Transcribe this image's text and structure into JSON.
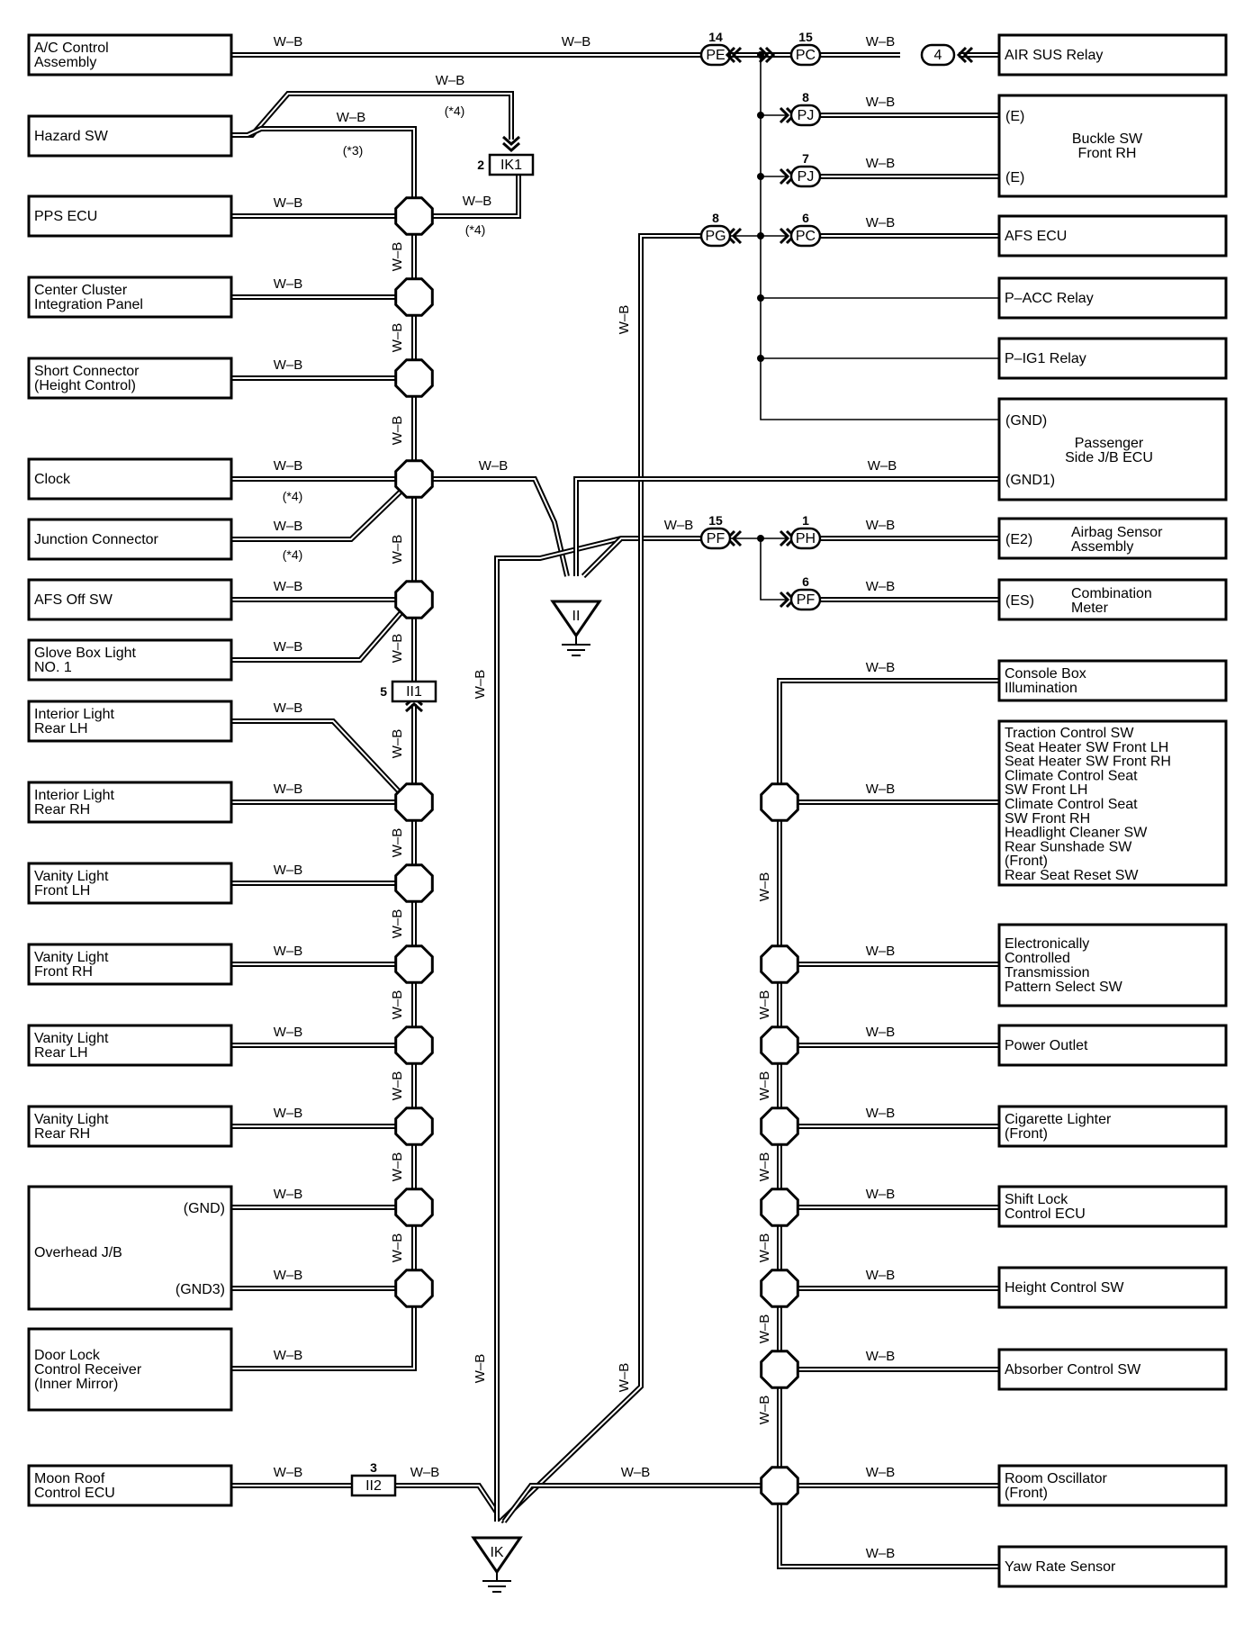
{
  "wire_color": "W–B",
  "notes": {
    "n3": "(*3)",
    "n4": "(*4)"
  },
  "components": {
    "ac_control": [
      "A/C Control",
      "Assembly"
    ],
    "hazard_sw": [
      "Hazard SW"
    ],
    "pps_ecu": [
      "PPS ECU"
    ],
    "center_cluster": [
      "Center Cluster",
      "Integration Panel"
    ],
    "short_connector": [
      "Short Connector",
      "(Height Control)"
    ],
    "clock": [
      "Clock"
    ],
    "junction_connector": [
      "Junction Connector"
    ],
    "afs_off_sw": [
      "AFS Off SW"
    ],
    "glove_box": [
      "Glove Box Light",
      "NO. 1"
    ],
    "interior_rear_lh": [
      "Interior Light",
      "Rear LH"
    ],
    "interior_rear_rh": [
      "Interior Light",
      "Rear RH"
    ],
    "vanity_front_lh": [
      "Vanity Light",
      "Front LH"
    ],
    "vanity_front_rh": [
      "Vanity Light",
      "Front RH"
    ],
    "vanity_rear_lh": [
      "Vanity Light",
      "Rear LH"
    ],
    "vanity_rear_rh": [
      "Vanity Light",
      "Rear RH"
    ],
    "overhead_jb": [
      "Overhead J/B"
    ],
    "overhead_gnd": "(GND)",
    "overhead_gnd3": "(GND3)",
    "door_lock": [
      "Door Lock",
      "Control Receiver",
      "(Inner Mirror)"
    ],
    "moon_roof": [
      "Moon Roof",
      "Control ECU"
    ],
    "air_sus": [
      "AIR SUS Relay"
    ],
    "buckle_sw": [
      "Buckle SW",
      "Front RH"
    ],
    "buckle_e": "(E)",
    "afs_ecu": [
      "AFS ECU"
    ],
    "p_acc": [
      "P–ACC Relay"
    ],
    "p_ig1": [
      "P–IG1 Relay"
    ],
    "passenger_jb": [
      "Passenger",
      "Side J/B ECU"
    ],
    "passenger_gnd": "(GND)",
    "passenger_gnd1": "(GND1)",
    "airbag": [
      "Airbag Sensor",
      "Assembly"
    ],
    "airbag_pin": "(E2)",
    "combination_meter": [
      "Combination",
      "Meter"
    ],
    "combination_pin": "(ES)",
    "console_box": [
      "Console Box",
      "Illumination"
    ],
    "traction_group": [
      "Traction Control SW",
      "Seat Heater SW Front LH",
      "Seat Heater SW Front RH",
      "Climate Control Seat",
      "SW Front LH",
      "Climate Control Seat",
      "SW Front RH",
      "Headlight Cleaner SW",
      "Rear Sunshade SW",
      "(Front)",
      "Rear Seat Reset SW"
    ],
    "ect_pattern": [
      "Electronically",
      "Controlled",
      "Transmission",
      "Pattern Select SW"
    ],
    "power_outlet": [
      "Power Outlet"
    ],
    "cig_lighter": [
      "Cigarette Lighter",
      "(Front)"
    ],
    "shift_lock": [
      "Shift Lock",
      "Control ECU"
    ],
    "height_control_sw": [
      "Height Control SW"
    ],
    "absorber_sw": [
      "Absorber Control SW"
    ],
    "room_osc": [
      "Room Oscillator",
      "(Front)"
    ],
    "yaw_rate": [
      "Yaw Rate Sensor"
    ]
  },
  "connectors": {
    "PE": {
      "code": "PE",
      "pin": "14"
    },
    "PC15": {
      "code": "PC",
      "pin": "15"
    },
    "ret4": {
      "code": "4",
      "pin": ""
    },
    "PJ8": {
      "code": "PJ",
      "pin": "8"
    },
    "PJ7": {
      "code": "PJ",
      "pin": "7"
    },
    "PG": {
      "code": "PG",
      "pin": "8"
    },
    "PC6": {
      "code": "PC",
      "pin": "6"
    },
    "PF15": {
      "code": "PF",
      "pin": "15"
    },
    "PH": {
      "code": "PH",
      "pin": "1"
    },
    "PF6": {
      "code": "PF",
      "pin": "6"
    },
    "IK1": {
      "code": "IK1",
      "pin": "2"
    },
    "II1": {
      "code": "II1",
      "pin": "5"
    },
    "II2": {
      "code": "II2",
      "pin": "3"
    }
  },
  "grounds": {
    "II": "II",
    "IK": "IK"
  }
}
